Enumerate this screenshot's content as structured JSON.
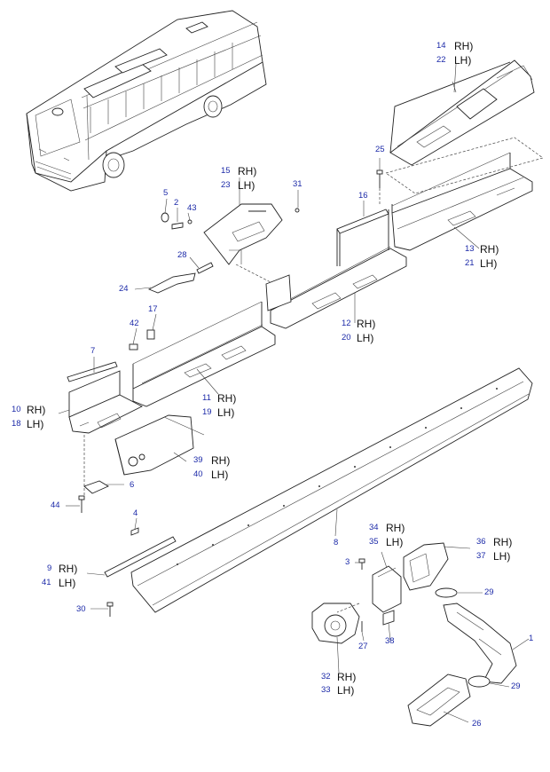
{
  "diagram": {
    "part_numbers": {
      "p14": "14",
      "p22": "22",
      "p25": "25",
      "p16": "16",
      "p13": "13",
      "p21": "21",
      "p15": "15",
      "p23": "23",
      "p31": "31",
      "p5": "5",
      "p2": "2",
      "p43": "43",
      "p28": "28",
      "p24": "24",
      "p12": "12",
      "p20": "20",
      "p17": "17",
      "p42": "42",
      "p7": "7",
      "p11": "11",
      "p19": "19",
      "p10": "10",
      "p18": "18",
      "p39": "39",
      "p40": "40",
      "p6": "6",
      "p44": "44",
      "p4": "4",
      "p8": "8",
      "p9": "9",
      "p41": "41",
      "p30": "30",
      "p34": "34",
      "p35": "35",
      "p36": "36",
      "p37": "37",
      "p3": "3",
      "p29a": "29",
      "p1": "1",
      "p27": "27",
      "p38": "38",
      "p32": "32",
      "p33": "33",
      "p29b": "29",
      "p26": "26"
    },
    "side_labels": {
      "rh": "RH)",
      "lh": "LH)"
    }
  }
}
